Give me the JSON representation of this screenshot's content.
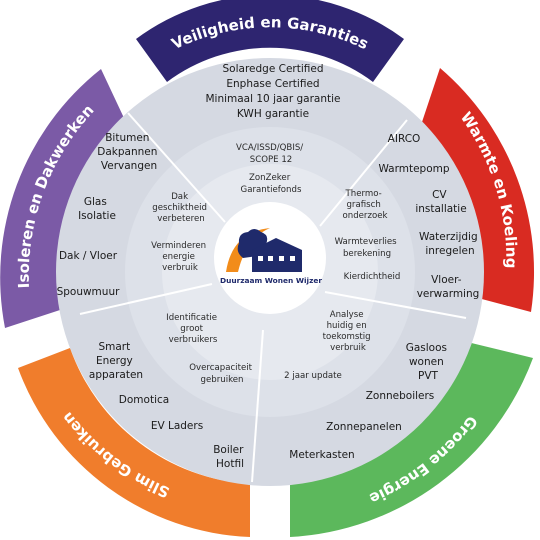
{
  "colors": {
    "outer_ring": "#d5d9e2",
    "middle_ring": "#dde1e9",
    "inner_ring": "#e6e9ef",
    "center": "#ffffff",
    "dividers": "#ffffff",
    "text": "#1a1a1a",
    "logo_navy": "#1f2a6b",
    "logo_orange": "#f28c1a"
  },
  "center": {
    "logo_name": "house-logo",
    "logo_text": "Duurzaam Wonen Wijzer"
  },
  "banners": [
    {
      "id": "top",
      "label": "Veiligheid en Garanties",
      "color": "#2e2570"
    },
    {
      "id": "upper-right",
      "label": "Warmte en Koeling",
      "color": "#d92b22"
    },
    {
      "id": "lower-right",
      "label": "Groene Energie",
      "color": "#5cb85c"
    },
    {
      "id": "lower-left",
      "label": "Slim Gebruiken",
      "color": "#f07d2c"
    },
    {
      "id": "upper-left",
      "label": "Isoleren en Dakwerken",
      "color": "#7b5aa6"
    }
  ],
  "outer_items": {
    "top": [
      "Solaredge Certified",
      "Enphase Certified",
      "Minimaal 10 jaar garantie",
      "KWH garantie"
    ],
    "upper_right": [
      {
        "lines": [
          "AIRCO"
        ]
      },
      {
        "lines": [
          "Warmtepomp"
        ]
      },
      {
        "lines": [
          "CV",
          "installatie"
        ]
      },
      {
        "lines": [
          "Waterzijdig",
          "inregelen"
        ]
      },
      {
        "lines": [
          "Vloer-",
          "verwarming"
        ]
      }
    ],
    "lower_right": [
      {
        "lines": [
          "Gasloos",
          "wonen",
          "PVT"
        ]
      },
      {
        "lines": [
          "Zonneboilers"
        ]
      },
      {
        "lines": [
          "Zonnepanelen"
        ]
      },
      {
        "lines": [
          "Meterkasten"
        ]
      }
    ],
    "lower_left": [
      {
        "lines": [
          "Smart",
          "Energy",
          "apparaten"
        ]
      },
      {
        "lines": [
          "Domotica"
        ]
      },
      {
        "lines": [
          "EV Laders"
        ]
      },
      {
        "lines": [
          "Boiler",
          "Hotfil"
        ]
      }
    ],
    "upper_left": [
      {
        "lines": [
          "Bitumen",
          "Dakpannen",
          "Vervangen"
        ]
      },
      {
        "lines": [
          "Glas",
          "Isolatie"
        ]
      },
      {
        "lines": [
          "Dak / Vloer"
        ]
      },
      {
        "lines": [
          "Spouwmuur"
        ]
      }
    ]
  },
  "inner_items": {
    "top": [
      {
        "lines": [
          "VCA/ISSD/QBIS/",
          "SCOPE 12"
        ]
      },
      {
        "lines": [
          "ZonZeker",
          "Garantiefonds"
        ]
      }
    ],
    "right": [
      {
        "lines": [
          "Thermo-",
          "grafisch",
          "onderzoek"
        ]
      },
      {
        "lines": [
          "Warmteverlies",
          "berekening"
        ]
      },
      {
        "lines": [
          "Kierdichtheid"
        ]
      }
    ],
    "bottom_right": [
      {
        "lines": [
          "Analyse",
          "huidig en",
          "toekomstig",
          "verbruik"
        ]
      },
      {
        "lines": [
          "2 jaar update"
        ]
      }
    ],
    "bottom_left": [
      {
        "lines": [
          "Identificatie",
          "groot",
          "verbruikers"
        ]
      },
      {
        "lines": [
          "Overcapaciteit",
          "gebruiken"
        ]
      }
    ],
    "left": [
      {
        "lines": [
          "Dak",
          "geschiktheid",
          "verbeteren"
        ]
      },
      {
        "lines": [
          "Verminderen",
          "energie",
          "verbruik"
        ]
      }
    ]
  }
}
